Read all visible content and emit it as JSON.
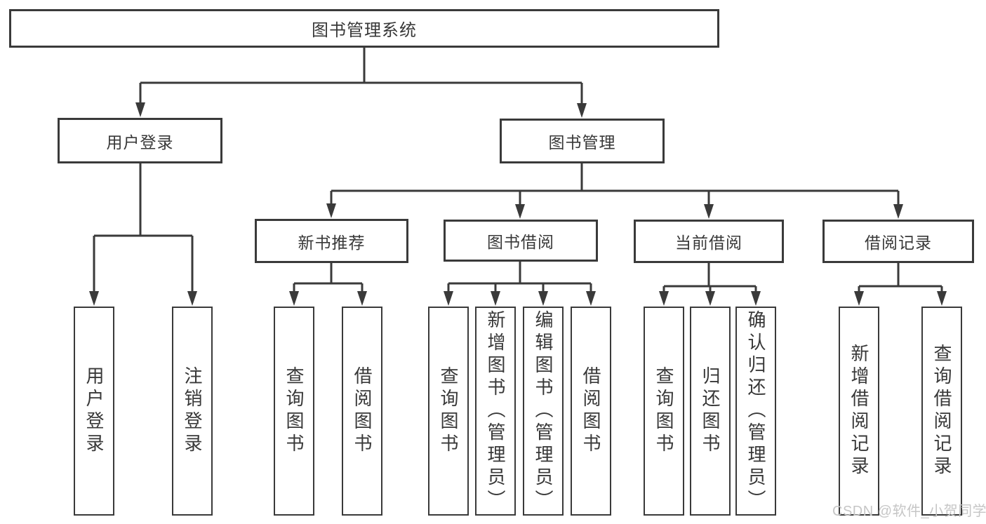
{
  "tree": {
    "root": "图书管理系统",
    "branches": [
      {
        "label": "用户登录",
        "children": [
          "用户登录",
          "注销登录"
        ]
      },
      {
        "label": "图书管理",
        "groups": [
          {
            "label": "新书推荐",
            "children": [
              "查询图书",
              "借阅图书"
            ]
          },
          {
            "label": "图书借阅",
            "children": [
              "查询图书",
              "新增图书（管理员）",
              "编辑图书（管理员）",
              "借阅图书"
            ]
          },
          {
            "label": "当前借阅",
            "children": [
              "查询图书",
              "归还图书",
              "确认归还（管理员）"
            ]
          },
          {
            "label": "借阅记录",
            "children": [
              "新增借阅记录",
              "查询借阅记录"
            ]
          }
        ]
      }
    ]
  },
  "watermark": {
    "text": "CSDN @软件_小贺同学"
  },
  "colors": {
    "line": "#3a3a3a",
    "text": "#383838",
    "watermark": "#c6c6c6",
    "background": "#ffffff"
  }
}
